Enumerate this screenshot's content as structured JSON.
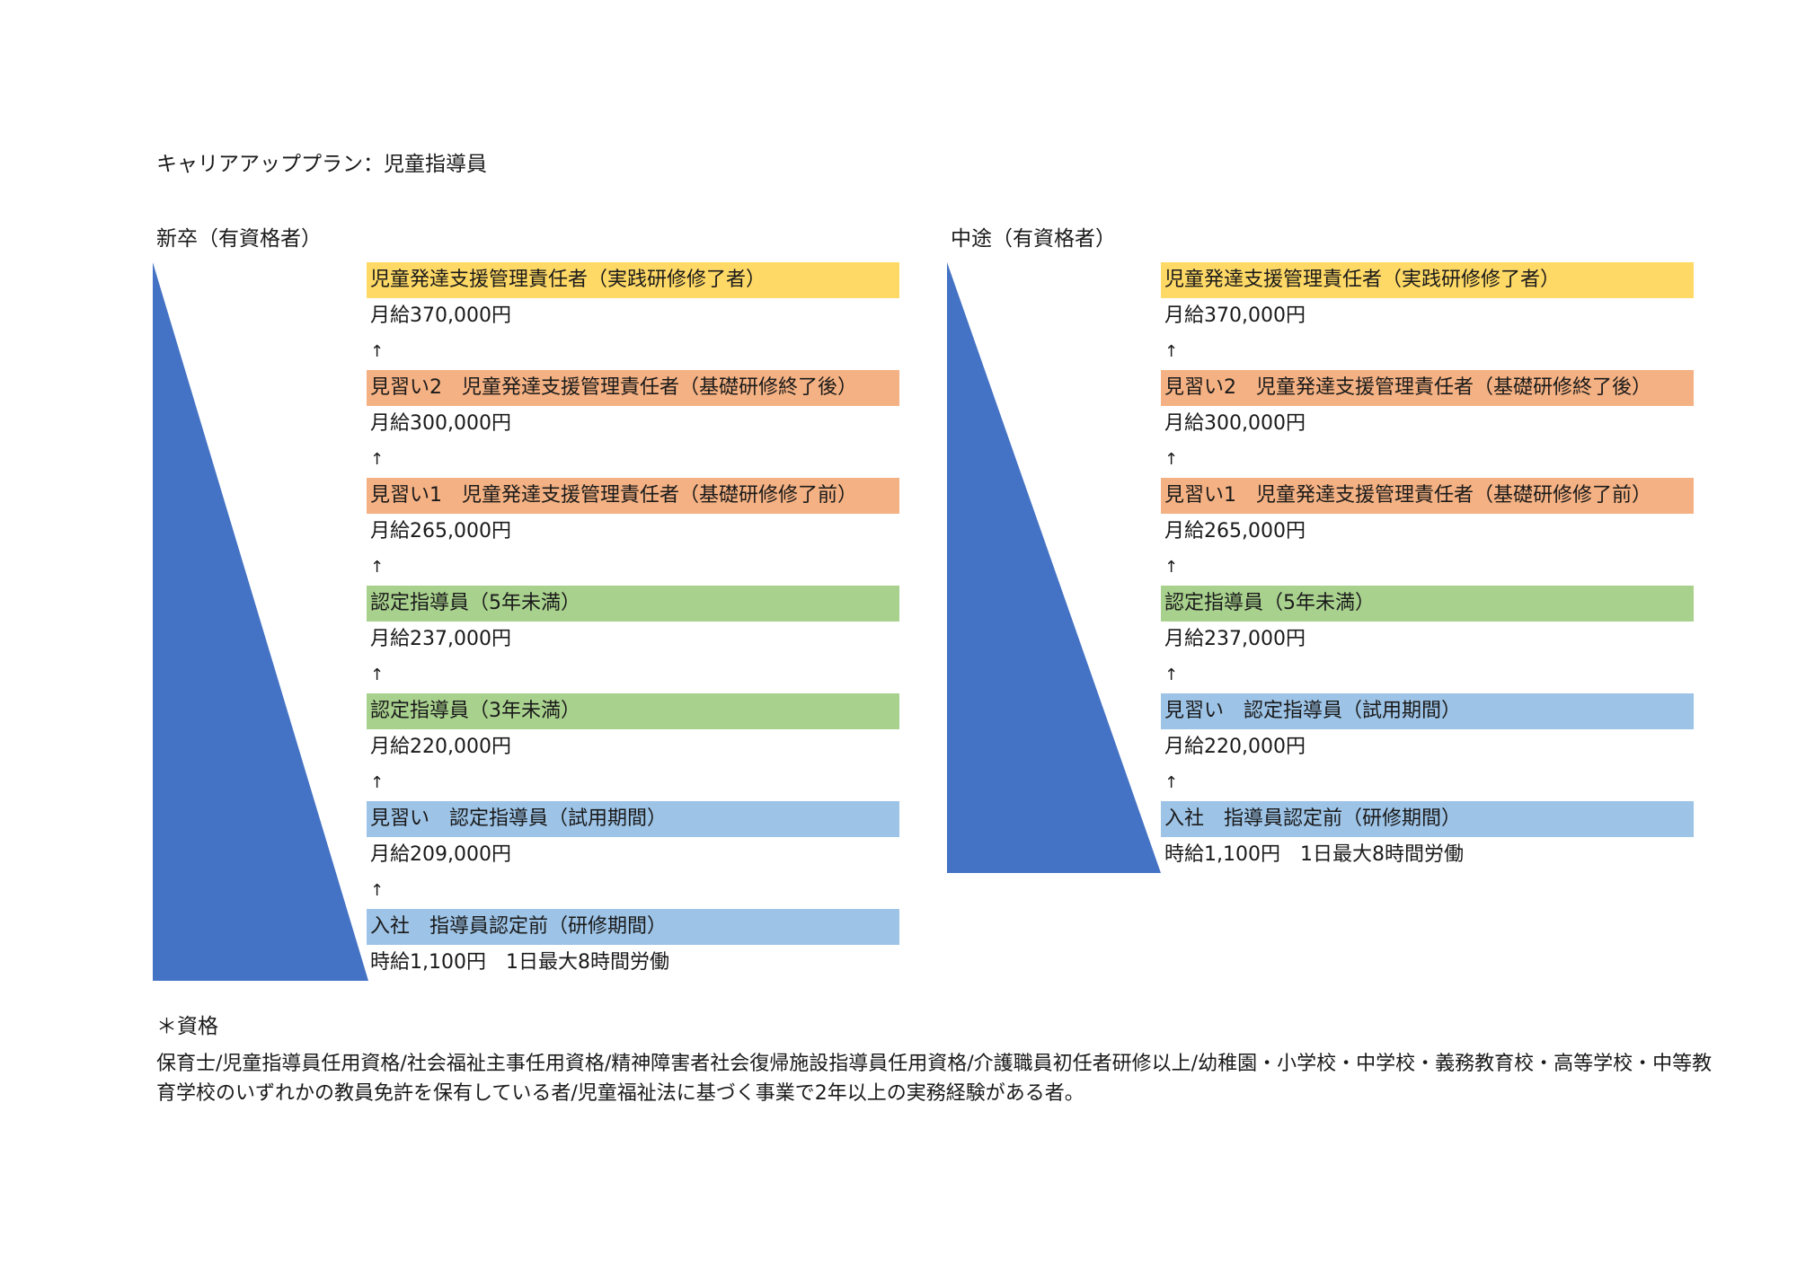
{
  "document": {
    "title": "キャリアアッププラン：児童指導員",
    "colors": {
      "triangle": "#4472C4",
      "yellow": "#FFD966",
      "orange": "#F4B183",
      "green": "#A9D18E",
      "blue": "#9DC3E6"
    },
    "columns": [
      {
        "heading": "新卒（有資格者）",
        "steps": [
          {
            "title": "児童発達支援管理責任者（実践研修修了者）",
            "color": "yellow",
            "pay": "月給370,000円",
            "arrow": "↑"
          },
          {
            "title": "見習い2　児童発達支援管理責任者（基礎研修終了後）",
            "color": "orange",
            "pay": "月給300,000円",
            "arrow": "↑"
          },
          {
            "title": "見習い1　児童発達支援管理責任者（基礎研修修了前）",
            "color": "orange",
            "pay": "月給265,000円",
            "arrow": "↑"
          },
          {
            "title": "認定指導員（5年未満）",
            "color": "green",
            "pay": "月給237,000円",
            "arrow": "↑"
          },
          {
            "title": "認定指導員（3年未満）",
            "color": "green",
            "pay": "月給220,000円",
            "arrow": "↑"
          },
          {
            "title": "見習い　認定指導員（試用期間）",
            "color": "blue",
            "pay": "月給209,000円",
            "arrow": "↑"
          },
          {
            "title": "入社　指導員認定前（研修期間）",
            "color": "blue",
            "pay": "時給1,100円　1日最大8時間労働",
            "arrow": ""
          }
        ]
      },
      {
        "heading": "中途（有資格者）",
        "steps": [
          {
            "title": "児童発達支援管理責任者（実践研修修了者）",
            "color": "yellow",
            "pay": "月給370,000円",
            "arrow": "↑"
          },
          {
            "title": "見習い2　児童発達支援管理責任者（基礎研修終了後）",
            "color": "orange",
            "pay": "月給300,000円",
            "arrow": "↑"
          },
          {
            "title": "見習い1　児童発達支援管理責任者（基礎研修修了前）",
            "color": "orange",
            "pay": "月給265,000円",
            "arrow": "↑"
          },
          {
            "title": "認定指導員（5年未満）",
            "color": "green",
            "pay": "月給237,000円",
            "arrow": "↑"
          },
          {
            "title": "見習い　認定指導員（試用期間）",
            "color": "blue",
            "pay": "月給220,000円",
            "arrow": "↑"
          },
          {
            "title": "入社　指導員認定前（研修期間）",
            "color": "blue",
            "pay": "時給1,100円　1日最大8時間労働",
            "arrow": ""
          }
        ]
      }
    ],
    "note": {
      "title": "＊資格",
      "body": "保育士/児童指導員任用資格/社会福祉主事任用資格/精神障害者社会復帰施設指導員任用資格/介護職員初任者研修以上/幼稚園・小学校・中学校・義務教育校・高等学校・中等教育学校のいずれかの教員免許を保有している者/児童福祉法に基づく事業で2年以上の実務経験がある者。"
    }
  }
}
